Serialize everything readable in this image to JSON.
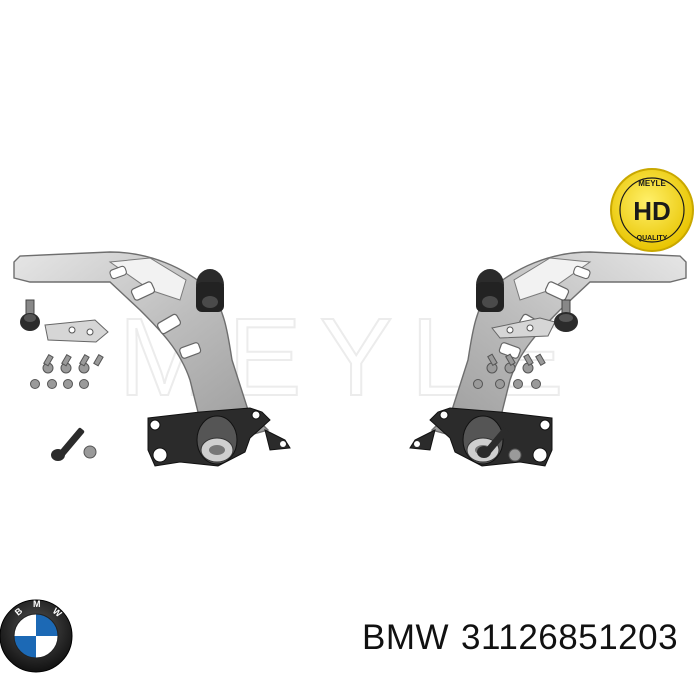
{
  "product": {
    "brand": "BMW",
    "part_number": "31126851203"
  },
  "badge": {
    "top_text": "MEYLE",
    "center_text": "HD",
    "bottom_text": "QUALITY",
    "fill_color": "#f2d200",
    "text_color": "#1a1a1a"
  },
  "watermark": {
    "text": "MEYLE"
  },
  "logo": {
    "text": "BMW",
    "icon": "bmw-roundel-icon"
  },
  "colors": {
    "arm_metal": "#c8c8c8",
    "bracket": "#2b2b2b",
    "background": "#ffffff"
  }
}
